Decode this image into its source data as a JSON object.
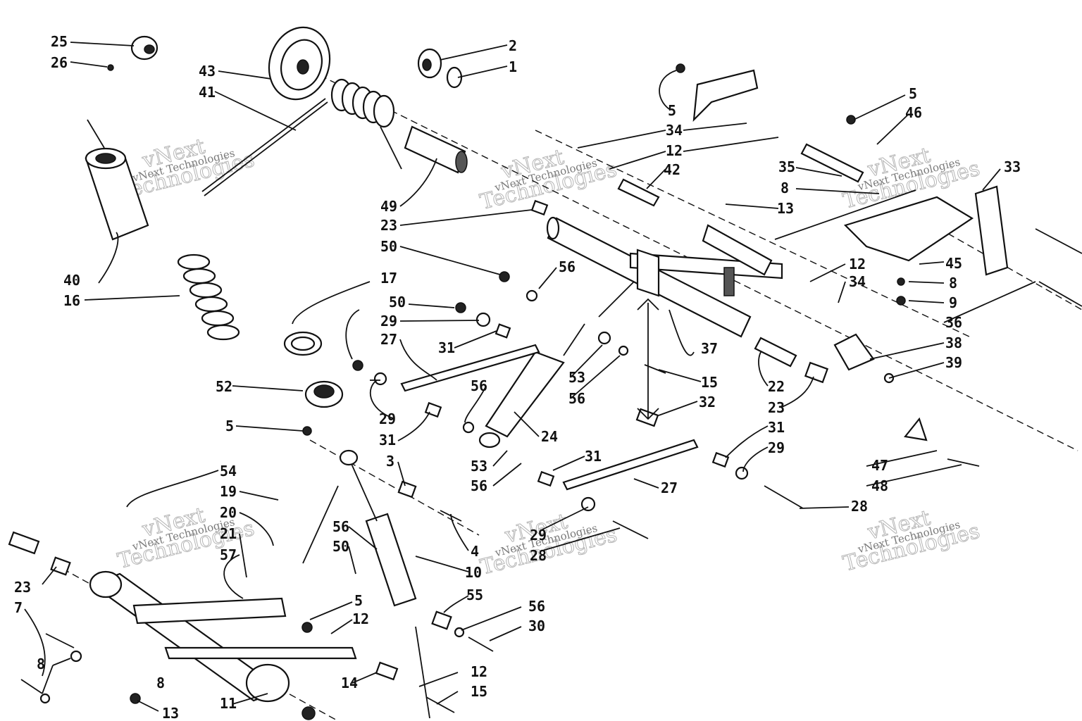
{
  "diagram": {
    "watermark": {
      "big_line1": "vNext",
      "big_line2": "Technologies",
      "small_text": "vNext Technologies"
    },
    "callouts": [
      "25",
      "26",
      "43",
      "41",
      "2",
      "1",
      "5",
      "34",
      "12",
      "5",
      "46",
      "35",
      "8",
      "33",
      "42",
      "13",
      "40",
      "16",
      "49",
      "23",
      "50",
      "17",
      "56",
      "12",
      "34",
      "45",
      "8",
      "9",
      "36",
      "50",
      "29",
      "27",
      "31",
      "53",
      "56",
      "37",
      "15",
      "22",
      "38",
      "39",
      "23",
      "52",
      "56",
      "29",
      "31",
      "24",
      "32",
      "31",
      "29",
      "47",
      "48",
      "5",
      "3",
      "53",
      "56",
      "31",
      "27",
      "28",
      "54",
      "19",
      "20",
      "21",
      "57",
      "4",
      "56",
      "50",
      "10",
      "29",
      "28",
      "55",
      "56",
      "30",
      "5",
      "12",
      "23",
      "7",
      "8",
      "8",
      "14",
      "12",
      "15",
      "13",
      "11"
    ]
  }
}
